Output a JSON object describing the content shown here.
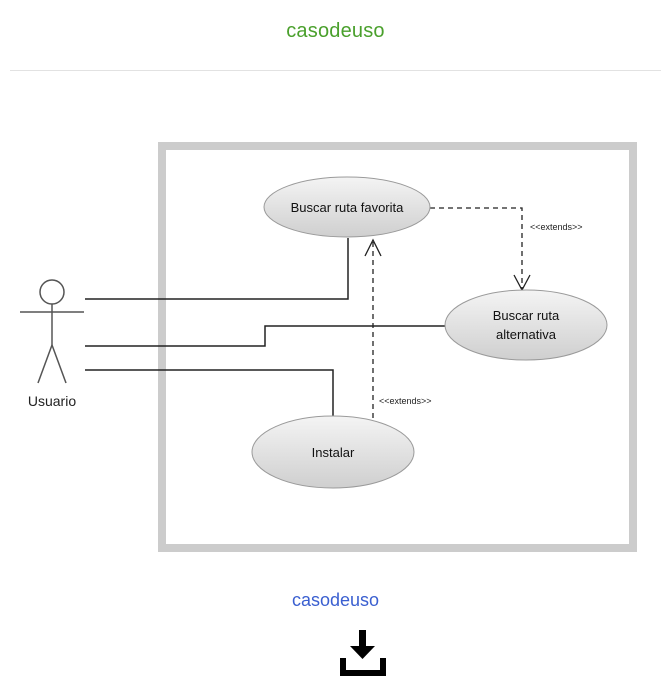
{
  "header": {
    "title": "casodeuso"
  },
  "diagram": {
    "actor": {
      "label": "Usuario"
    },
    "use_cases": {
      "favorite": {
        "label": "Buscar ruta favorita"
      },
      "alternative": {
        "line1": "Buscar ruta",
        "line2": "alternativa"
      },
      "install": {
        "label": "Instalar"
      }
    },
    "relations": {
      "extends_top": "<<extends>>",
      "extends_bottom": "<<extends>>"
    }
  },
  "footer": {
    "caption": "casodeuso",
    "download_icon": "download-icon"
  }
}
